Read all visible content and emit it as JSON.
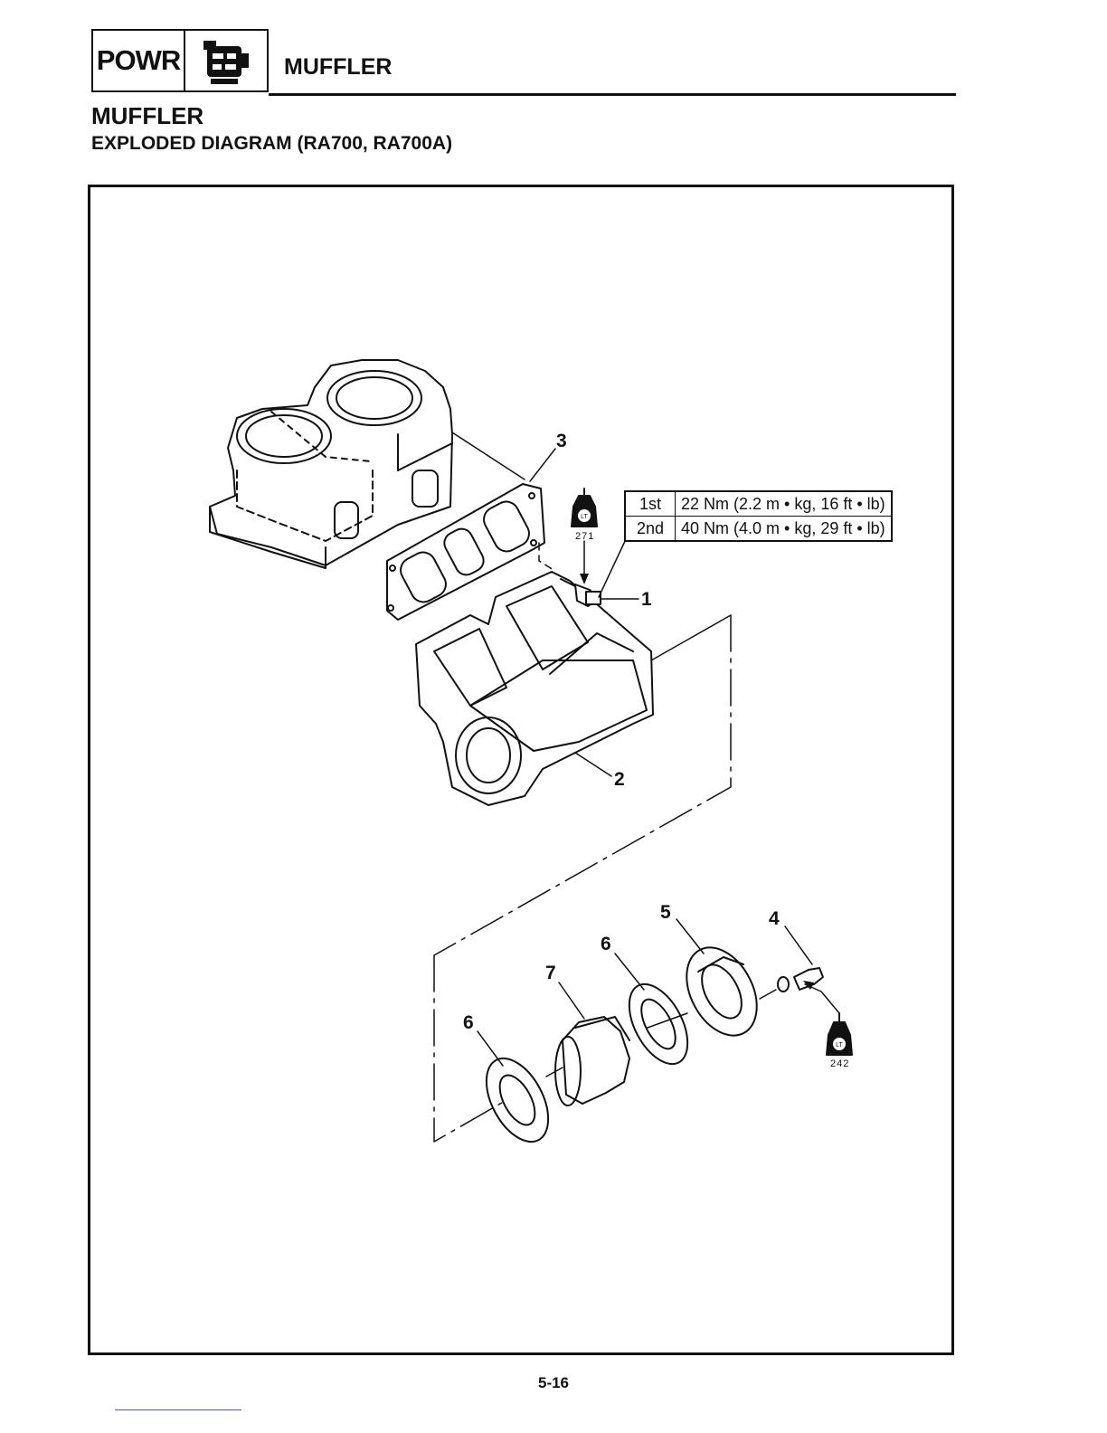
{
  "header": {
    "section_code": "POWR",
    "section_icon": "power-unit-icon",
    "title": "MUFFLER"
  },
  "page": {
    "title": "MUFFLER",
    "subtitle": "EXPLODED DIAGRAM (RA700, RA700A)",
    "number": "5-16"
  },
  "torque": {
    "rows": [
      {
        "step": "1st",
        "value": "22 Nm (2.2 m • kg, 16 ft • lb)"
      },
      {
        "step": "2nd",
        "value": "40 Nm (4.0 m • kg,  29 ft • lb)"
      }
    ]
  },
  "locktite": {
    "icon": "loctite-icon",
    "mark": "LT",
    "upper_code": "271",
    "lower_code": "242"
  },
  "callouts": {
    "c1": "1",
    "c2": "2",
    "c3": "3",
    "c4": "4",
    "c5": "5",
    "c6a": "6",
    "c6b": "6",
    "c7": "7"
  }
}
